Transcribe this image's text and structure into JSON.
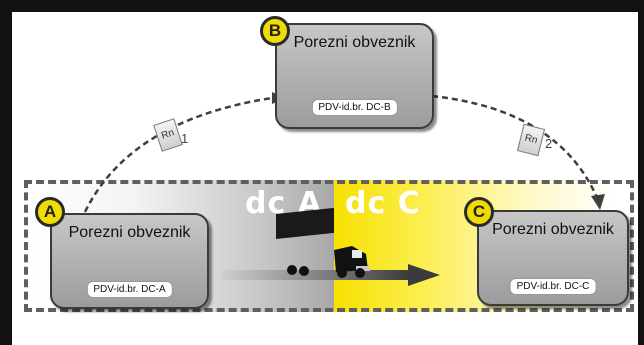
{
  "regions": {
    "a_label": "dc A",
    "c_label": "dc C"
  },
  "nodes": {
    "a": {
      "badge": "A",
      "title": "Porezni obveznik",
      "id_label": "PDV-id.br. DC-A"
    },
    "b": {
      "badge": "B",
      "title": "Porezni obveznik",
      "id_label": "PDV-id.br. DC-B"
    },
    "c": {
      "badge": "C",
      "title": "Porezni obveznik",
      "id_label": "PDV-id.br. DC-C"
    }
  },
  "invoices": [
    {
      "label": "Rn",
      "number": "1"
    },
    {
      "label": "Rn",
      "number": "2"
    }
  ],
  "colors": {
    "badge": "#f0dc00",
    "region_c": "#f7e100",
    "box": "#b0b0b0"
  },
  "icons": [
    "truck-icon",
    "invoice-icon",
    "arrow-icon"
  ]
}
